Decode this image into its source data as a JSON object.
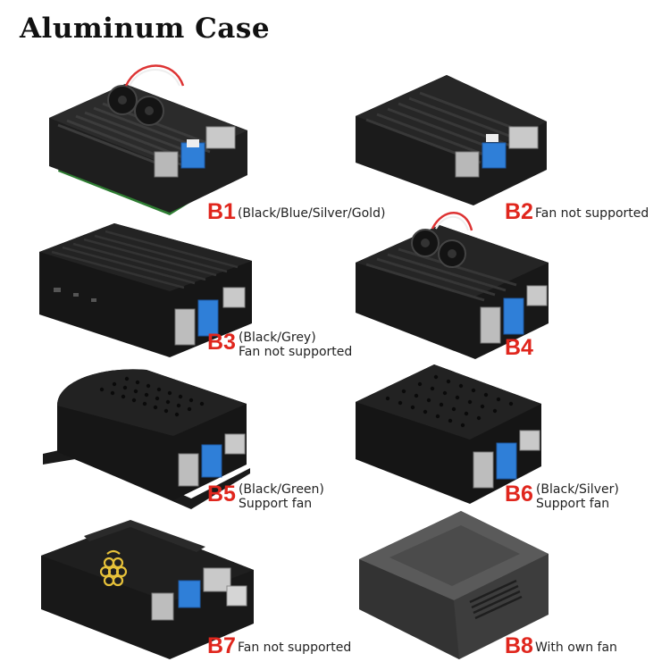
{
  "header": {
    "title": "Aluminum Case"
  },
  "products": [
    {
      "code": "B1",
      "line1": "(Black/Blue/Silver/Gold)",
      "line2": ""
    },
    {
      "code": "B2",
      "line1": "Fan not supported",
      "line2": ""
    },
    {
      "code": "B3",
      "line1": "(Black/Grey)",
      "line2": "Fan not supported"
    },
    {
      "code": "B4",
      "line1": "",
      "line2": ""
    },
    {
      "code": "B5",
      "line1": "(Black/Green)",
      "line2": "Support fan"
    },
    {
      "code": "B6",
      "line1": "(Black/Silver)",
      "line2": "Support fan"
    },
    {
      "code": "B7",
      "line1": "Fan not supported",
      "line2": ""
    },
    {
      "code": "B8",
      "line1": "With own fan",
      "line2": ""
    }
  ],
  "colors": {
    "accent_red": "#e0261d",
    "case_black": "#1c1c1c",
    "usb_blue": "#2f7fd8",
    "board_green": "#2e7d32",
    "case_grey": "#4a4a4a"
  }
}
